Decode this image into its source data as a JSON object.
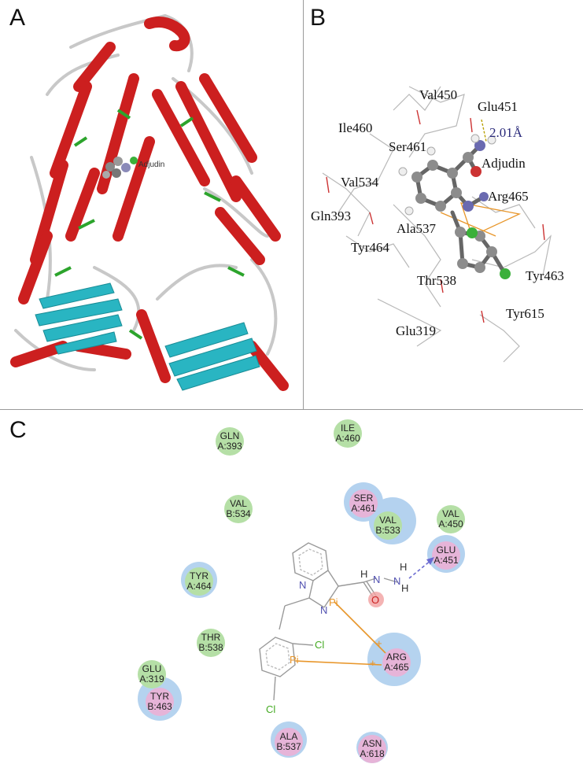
{
  "panels": {
    "a": {
      "letter": "A"
    },
    "b": {
      "letter": "B"
    },
    "c": {
      "letter": "C"
    }
  },
  "panel_a": {
    "ligand_label": "Adjudin"
  },
  "panel_b": {
    "labels": [
      {
        "id": "val450",
        "text": "Val450"
      },
      {
        "id": "glu451",
        "text": "Glu451"
      },
      {
        "id": "ile460",
        "text": "Ile460"
      },
      {
        "id": "distance",
        "text": "2.01Å"
      },
      {
        "id": "ser461",
        "text": "Ser461"
      },
      {
        "id": "adjudin",
        "text": "Adjudin"
      },
      {
        "id": "val534",
        "text": "Val534"
      },
      {
        "id": "arg465",
        "text": "Arg465"
      },
      {
        "id": "gln393",
        "text": "Gln393"
      },
      {
        "id": "ala537",
        "text": "Ala537"
      },
      {
        "id": "tyr464",
        "text": "Tyr464"
      },
      {
        "id": "tyr463",
        "text": "Tyr463"
      },
      {
        "id": "thr538",
        "text": "Thr538"
      },
      {
        "id": "tyr615",
        "text": "Tyr615"
      },
      {
        "id": "glu319",
        "text": "Glu319"
      }
    ]
  },
  "panel_c": {
    "residues": [
      {
        "id": "gln393",
        "name": "GLN",
        "pos": "A:393",
        "type": "vdw"
      },
      {
        "id": "ile460",
        "name": "ILE",
        "pos": "A:460",
        "type": "vdw"
      },
      {
        "id": "val534",
        "name": "VAL",
        "pos": "B:534",
        "type": "vdw"
      },
      {
        "id": "ser461",
        "name": "SER",
        "pos": "A:461",
        "type": "polar"
      },
      {
        "id": "val533",
        "name": "VAL",
        "pos": "B:533",
        "type": "vdw"
      },
      {
        "id": "val450",
        "name": "VAL",
        "pos": "A:450",
        "type": "vdw"
      },
      {
        "id": "glu451",
        "name": "GLU",
        "pos": "A:451",
        "type": "polar"
      },
      {
        "id": "tyr464",
        "name": "TYR",
        "pos": "A:464",
        "type": "vdw"
      },
      {
        "id": "thr538",
        "name": "THR",
        "pos": "B:538",
        "type": "vdw"
      },
      {
        "id": "arg465",
        "name": "ARG",
        "pos": "A:465",
        "type": "polar"
      },
      {
        "id": "glu319",
        "name": "GLU",
        "pos": "A:319",
        "type": "vdw"
      },
      {
        "id": "tyr463",
        "name": "TYR",
        "pos": "B:463",
        "type": "polar"
      },
      {
        "id": "ala537",
        "name": "ALA",
        "pos": "B:537",
        "type": "polar"
      },
      {
        "id": "asn618",
        "name": "ASN",
        "pos": "A:618",
        "type": "polar"
      }
    ],
    "atoms": {
      "h_top": "H",
      "n_amide": "N",
      "h_nh_a": "H",
      "h_nh_b": "H",
      "n_hydrazide": "N",
      "h_bottom": "H",
      "o": "O",
      "cl_top": "Cl",
      "cl_bottom": "Cl",
      "pi_upper": "Pi",
      "pi_lower": "Pi",
      "plus_upper": "+",
      "plus_lower": "+",
      "n1": "N",
      "n2": "N"
    },
    "colors": {
      "vdw_green": "#b5dfa6",
      "polar_pink": "#e6b4d8",
      "halo_blue": "#9cc4ea",
      "pi_orange": "#e8962a",
      "hbond_blue": "#6a6ad0",
      "chlorine_green": "#44aa22"
    }
  },
  "colors": {
    "helix_red": "#cc1f1f",
    "sheet_cyan": "#29b5c2",
    "coil_gray": "#c8c8c8",
    "turn_green": "#2ca42c"
  }
}
